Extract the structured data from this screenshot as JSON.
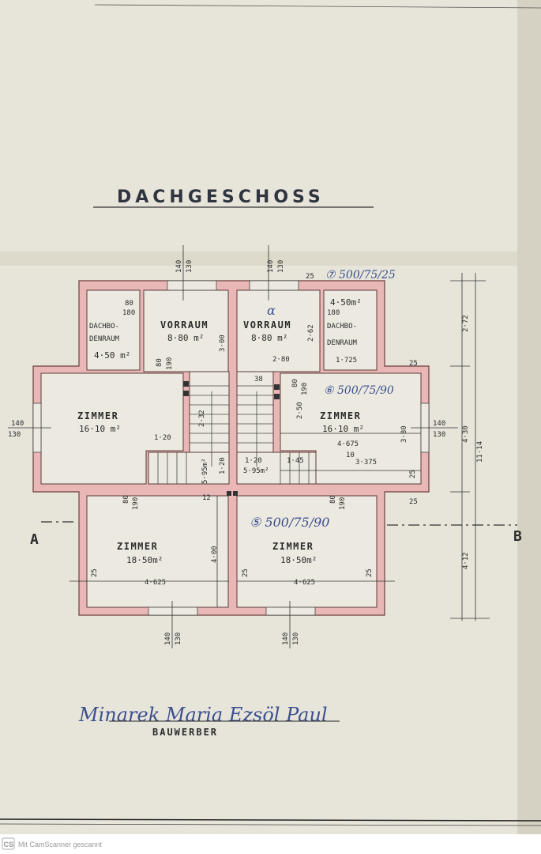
{
  "title": "DACHGESCHOSS",
  "rooms": {
    "dachboden_left": {
      "name_1": "DACHBO-",
      "name_2": "DENRAUM",
      "area": "4·50 m²",
      "door_w": "80",
      "door_h": "180"
    },
    "vorraum_left": {
      "name": "VORRAUM",
      "area": "8·80 m²",
      "dim_h": "3·00",
      "door_w": "80",
      "door_h": "190"
    },
    "vorraum_right": {
      "name": "VORRAUM",
      "area": "8·80 m²",
      "dim_h": "2·62",
      "dim_w": "2·80",
      "mark": "α"
    },
    "dachboden_right": {
      "name_1": "DACHBO-",
      "name_2": "DENRAUM",
      "area": "4·50m²",
      "door_h": "180",
      "dim_w": "1·725"
    },
    "zimmer_mid_left": {
      "name": "ZIMMER",
      "area": "16·10 m²",
      "dim_w": "1·20"
    },
    "zimmer_mid_right": {
      "name": "ZIMMER",
      "area": "16·10 m²",
      "dim_w": "4·675",
      "dim_w2": "3·375",
      "dim_h": "3·80",
      "dim_h2": "2·50",
      "door_w": "80",
      "door_h": "190"
    },
    "stair_left": {
      "area": "5·95m²",
      "dim_h": "2·32",
      "dim_h2": "1·20"
    },
    "stair_right": {
      "area": "5·95m²",
      "dim_w": "1·20",
      "dim_w2": "1·45",
      "dim_top": "38"
    },
    "zimmer_bottom_left": {
      "name": "ZIMMER",
      "area": "18·50m²",
      "dim_w": "4·625",
      "dim_h": "4·00",
      "wall": "25",
      "dim_12": "12",
      "door_w": "80",
      "door_h": "190"
    },
    "zimmer_bottom_right": {
      "name": "ZIMMER",
      "area": "18·50m²",
      "dim_w": "4·625",
      "wall_l": "25",
      "wall_r": "25",
      "door_w": "80",
      "door_h": "190"
    }
  },
  "windows": {
    "w_top": "140",
    "h_top": "130",
    "w_top2": "140",
    "h_top2": "130",
    "w_left": "140",
    "h_left": "130",
    "w_right": "140",
    "h_right": "130",
    "w_bl": "140",
    "h_bl": "130",
    "w_br": "140",
    "h_br": "130"
  },
  "misc_dims": {
    "d25_a": "25",
    "d25_b": "25",
    "d25_c": "25",
    "d25_d": "25",
    "d10": "10"
  },
  "overall_dims": {
    "top": "2·72",
    "middle": "4·30",
    "bottom": "4·12",
    "total": "11·14"
  },
  "section": {
    "left": "A",
    "right": "B"
  },
  "annotations": {
    "a1": "⑦ 500/75/25",
    "a2": "⑥ 500/75/90",
    "a3": "⑤ 500/75/90"
  },
  "signature": {
    "text": "Minarek Maria Ezsöl Paul",
    "label": "BAUWERBER"
  },
  "footer": {
    "logo": "CS",
    "text": "Mit CamScanner gescannt"
  }
}
